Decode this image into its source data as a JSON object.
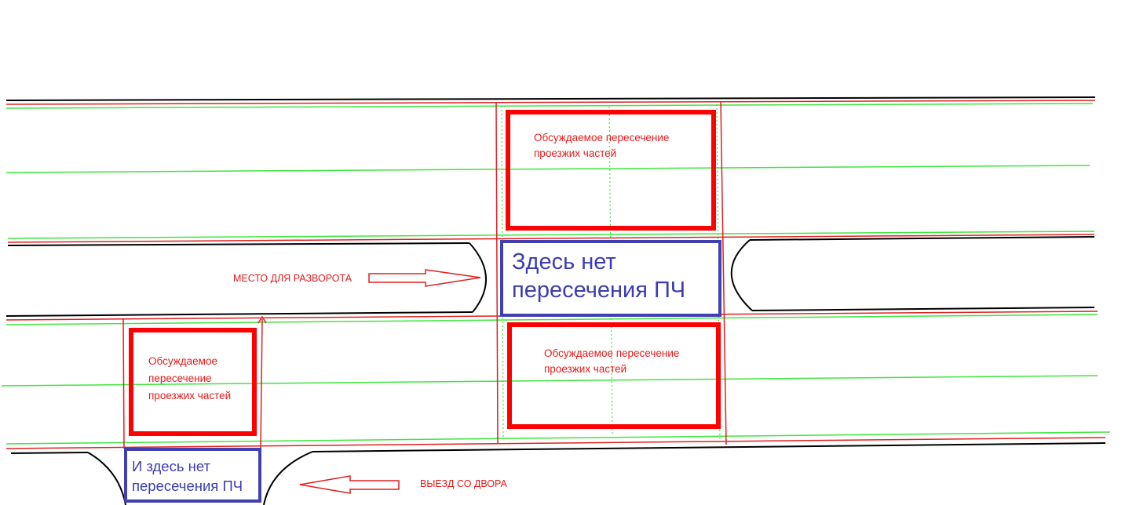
{
  "colors": {
    "road_edge": "#000000",
    "boundary": "#e02020",
    "lane_line": "#3ee63e",
    "highlight_box": "#ff0000",
    "note_box": "#4040b0",
    "text_red": "#e81a1a",
    "text_blue": "#3b3db0"
  },
  "labels": {
    "discussed_top": "Обсуждаемое пересечение\nпроезжих частей",
    "discussed_mid": "Обсуждаемое пересечение\nпроезжих частей",
    "discussed_left": "Обсуждаемое\nпересечение\nпроезжих частей",
    "no_crossing_median": "Здесь нет\nпересечения ПЧ",
    "no_crossing_yard": "И здесь нет\nпересечения ПЧ",
    "u_turn_place": "МЕСТО ДЛЯ РАЗВОРОТА",
    "yard_exit": "ВЫЕЗД СО ДВОРА"
  },
  "icons": {
    "u_turn_arrow": "outline-arrow-right-icon",
    "yard_arrow": "outline-arrow-left-icon"
  }
}
